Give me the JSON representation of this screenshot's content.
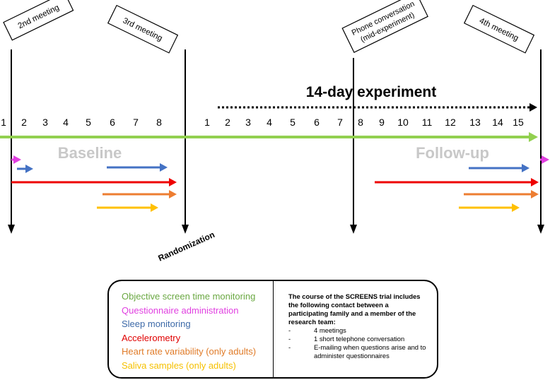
{
  "meetings": [
    {
      "label": "2nd meeting"
    },
    {
      "label": "3rd meeting"
    },
    {
      "label": [
        "Phone conversation",
        "(mid-experiment)"
      ]
    },
    {
      "label": "4th meeting"
    }
  ],
  "experiment_label": "14-day experiment",
  "phase_labels": {
    "baseline": "Baseline",
    "followup": "Follow-up"
  },
  "randomization_label": "Randomization",
  "day_ticks": {
    "baseline": [
      "1",
      "2",
      "3",
      "4",
      "5",
      "6",
      "7",
      "8"
    ],
    "experiment": [
      "1",
      "2",
      "3",
      "4",
      "5",
      "6",
      "7",
      "8",
      "9",
      "10",
      "11",
      "12",
      "13",
      "14",
      "15"
    ]
  },
  "legend": {
    "items": [
      {
        "label": "Objective screen time monitoring",
        "color": "#6aa842"
      },
      {
        "label": "Questionnaire administration",
        "color": "#e040e0"
      },
      {
        "label": "Sleep monitoring",
        "color": "#3d6aa8"
      },
      {
        "label": "Accelerometry",
        "color": "#e00000"
      },
      {
        "label": "Heart rate variability (only adults)",
        "color": "#e07b28"
      },
      {
        "label": "Saliva samples (only adults)",
        "color": "#f5c000"
      }
    ],
    "description": {
      "intro": "The course of the SCREENS trial includes the following contact between a participating family and a member of the research team:",
      "bullets": [
        {
          "dash": "-",
          "text": "4 meetings"
        },
        {
          "dash": "-",
          "text": "1 short telephone conversation"
        },
        {
          "dash": "-",
          "text": "E-mailing when questions arise and to administer questionnaires"
        }
      ]
    }
  },
  "colors": {
    "screen_time": "#92d050",
    "questionnaire": "#e040e0",
    "sleep": "#4472c4",
    "accelerometry": "#ee0000",
    "hrv": "#ed7d31",
    "saliva": "#ffc000",
    "phase_text": "#c8c8c8"
  }
}
